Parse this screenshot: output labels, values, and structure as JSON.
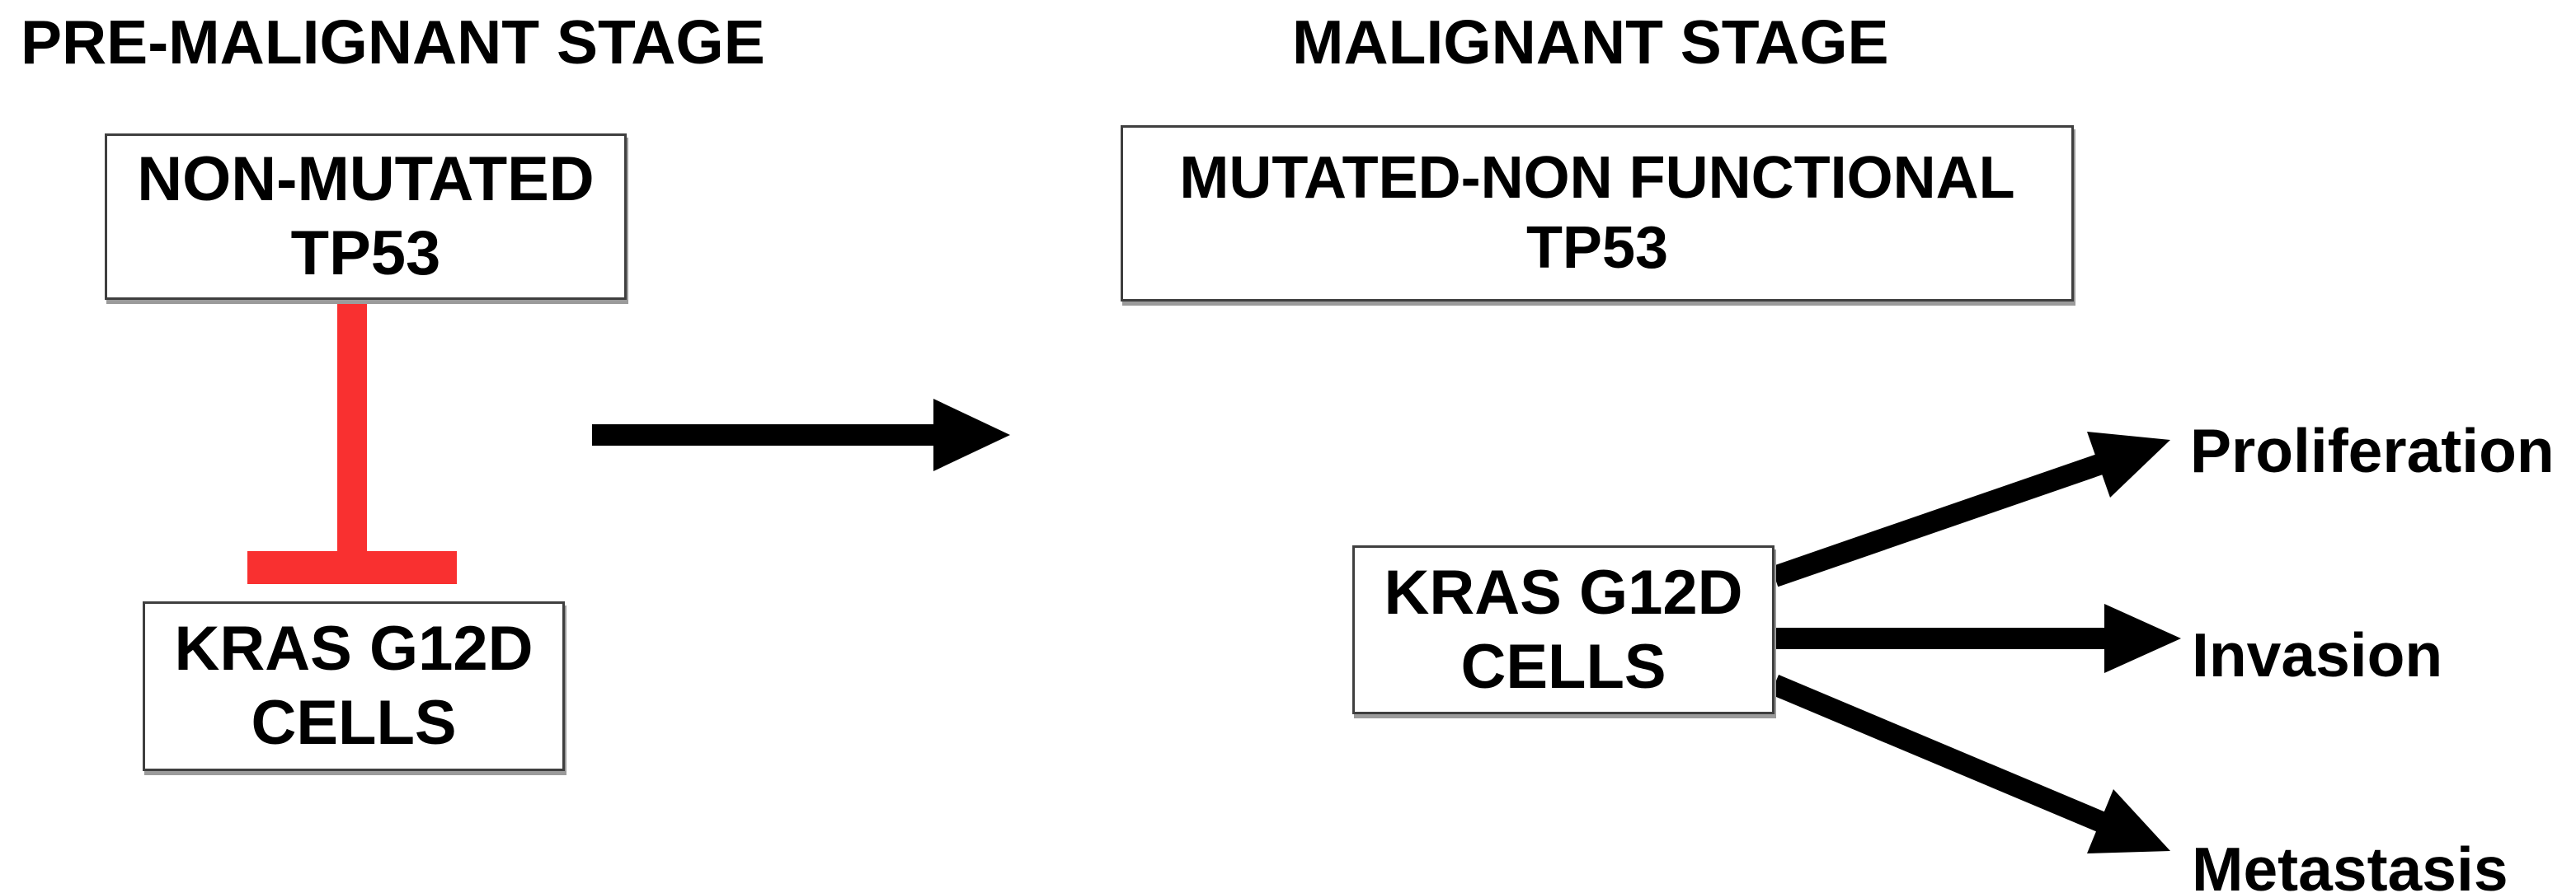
{
  "figure": {
    "type": "tumor-progression-pathway-diagram",
    "background": "#ffffff"
  },
  "colors": {
    "text": "#000000",
    "box-border": "#3f3f3f",
    "box-shadow": "#9b9b9b",
    "arrow": "#000000",
    "inhibitor-red": "#f93030"
  },
  "panels": {
    "pre_malignant": {
      "title": "PRE-MALIGNANT STAGE",
      "tp53_box": {
        "line1": "NON-MUTATED",
        "line2": "TP53"
      },
      "inhibition_icon": "t-bar-inhibition-icon",
      "kras_box": {
        "line1": "KRAS G12D",
        "line2": "CELLS"
      }
    },
    "transition": {
      "icon": "right-arrow-icon"
    },
    "malignant": {
      "title": "MALIGNANT STAGE",
      "tp53_box": {
        "line1": "MUTATED-NON FUNCTIONAL",
        "line2": "TP53"
      },
      "kras_box": {
        "line1": "KRAS G12D",
        "line2": "CELLS"
      },
      "outcomes": [
        {
          "label": "Proliferation"
        },
        {
          "label": "Invasion"
        },
        {
          "label": "Metastasis"
        }
      ]
    }
  }
}
